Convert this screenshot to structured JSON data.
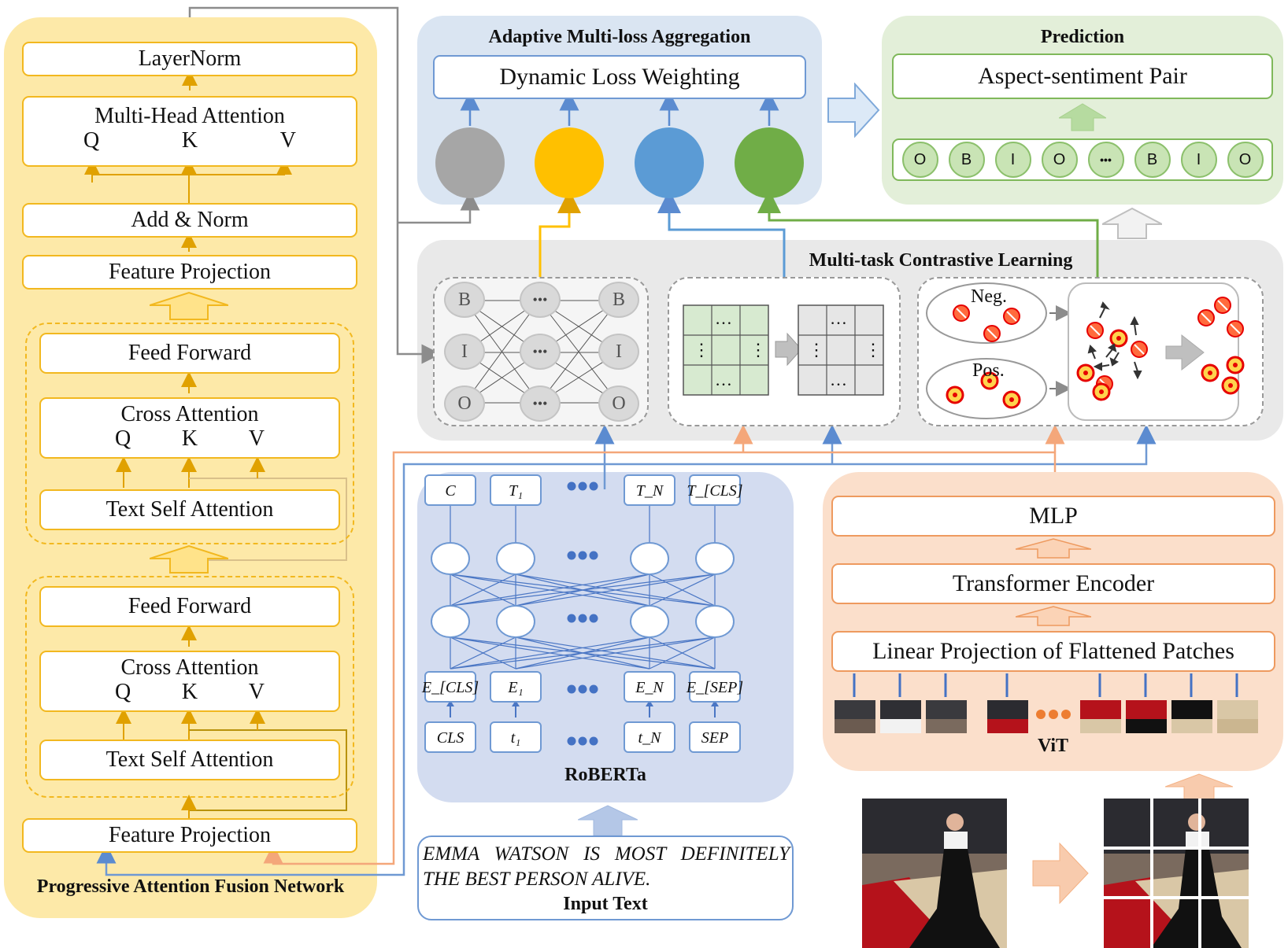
{
  "fusion_network": {
    "title": "Progressive Attention Fusion Network",
    "layer_norm": "LayerNorm",
    "multi_head_attention": "Multi-Head Attention",
    "q": "Q",
    "k": "K",
    "v": "V",
    "add_norm": "Add & Norm",
    "feature_projection_top": "Feature Projection",
    "feature_projection_bottom": "Feature Projection",
    "block1": {
      "feed_forward": "Feed Forward",
      "cross_attention": "Cross Attention",
      "text_self_attention": "Text Self Attention"
    },
    "block2": {
      "feed_forward": "Feed Forward",
      "cross_attention": "Cross Attention",
      "text_self_attention": "Text Self Attention"
    }
  },
  "loss_aggregation": {
    "title": "Adaptive Multi-loss Aggregation",
    "weighting": "Dynamic Loss Weighting",
    "loss_colors": [
      "#a6a6a6",
      "#ffc000",
      "#5b9bd5",
      "#70ad47"
    ]
  },
  "prediction": {
    "title": "Prediction",
    "output": "Aspect-sentiment Pair",
    "sequence": [
      "O",
      "B",
      "I",
      "O",
      "•••",
      "B",
      "I",
      "O"
    ]
  },
  "contrastive": {
    "title": "Multi-task Contrastive Learning",
    "bio_left": [
      "B",
      "I",
      "O"
    ],
    "bio_mid": [
      "•••",
      "•••",
      "•••"
    ],
    "bio_right": [
      "B",
      "I",
      "O"
    ],
    "neg_label": "Neg.",
    "pos_label": "Pos."
  },
  "roberta": {
    "title": "RoBERTa",
    "ellipsis": "●●●"
  },
  "input_text": {
    "text_line1": "EMMA WATSON IS MOST DEFINITELY",
    "text_line2": "THE BEST PERSON ALIVE.",
    "label": "Input Text"
  },
  "vit": {
    "title": "ViT",
    "mlp": "MLP",
    "transformer_encoder": "Transformer Encoder",
    "linear_projection": "Linear Projection of Flattened Patches",
    "ellipsis": "●●●"
  },
  "colors": {
    "yellow": "#f2b81f",
    "blue": "#6f99d3",
    "green": "#70ad47",
    "orange": "#ee9a5f",
    "gray": "#8c8c8c"
  }
}
